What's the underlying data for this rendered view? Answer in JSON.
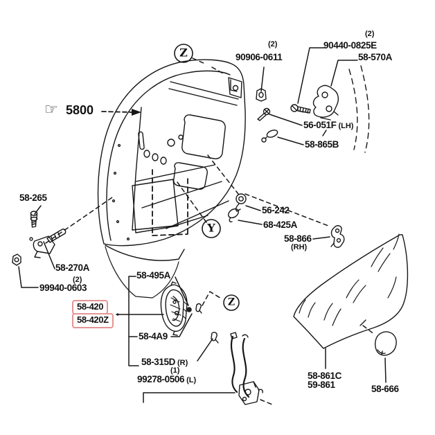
{
  "view_refs": {
    "z_top": "Z",
    "y_main": "Y",
    "z_lock": "Z"
  },
  "icons": {
    "pointing_hand": "☞"
  },
  "highlight": {
    "color": "#e59494"
  },
  "labels": {
    "ref5800": {
      "text": "5800"
    },
    "p90906": {
      "qty": "(2)",
      "text": "90906-0611"
    },
    "p90440": {
      "qty": "(2)",
      "text": "90440-0825E"
    },
    "p58570A": {
      "text": "58-570A"
    },
    "p56051F": {
      "text": "56-051F",
      "side": "(LH)"
    },
    "p58865B": {
      "text": "58-865B"
    },
    "p58265": {
      "text": "58-265"
    },
    "p58270A": {
      "text": "58-270A"
    },
    "p99940": {
      "qty": "(2)",
      "text": "99940-0603"
    },
    "p56242": {
      "text": "56-242"
    },
    "p68425A": {
      "text": "68-425A"
    },
    "p58866": {
      "text": "58-866",
      "side": "(RH)"
    },
    "p58495A": {
      "text": "58-495A"
    },
    "p58420": {
      "text": "58-420"
    },
    "p58420Z": {
      "text": "58-420Z"
    },
    "p584A9": {
      "text": "58-4A9"
    },
    "p58315D": {
      "text": "58-315D",
      "side": "(R)"
    },
    "p99278": {
      "qty": "(1)",
      "text": "99278-0506",
      "side": "(L)"
    },
    "p58861C": {
      "text": "58-861C"
    },
    "p59861": {
      "text": "59-861"
    },
    "p58666": {
      "text": "58-666"
    }
  }
}
